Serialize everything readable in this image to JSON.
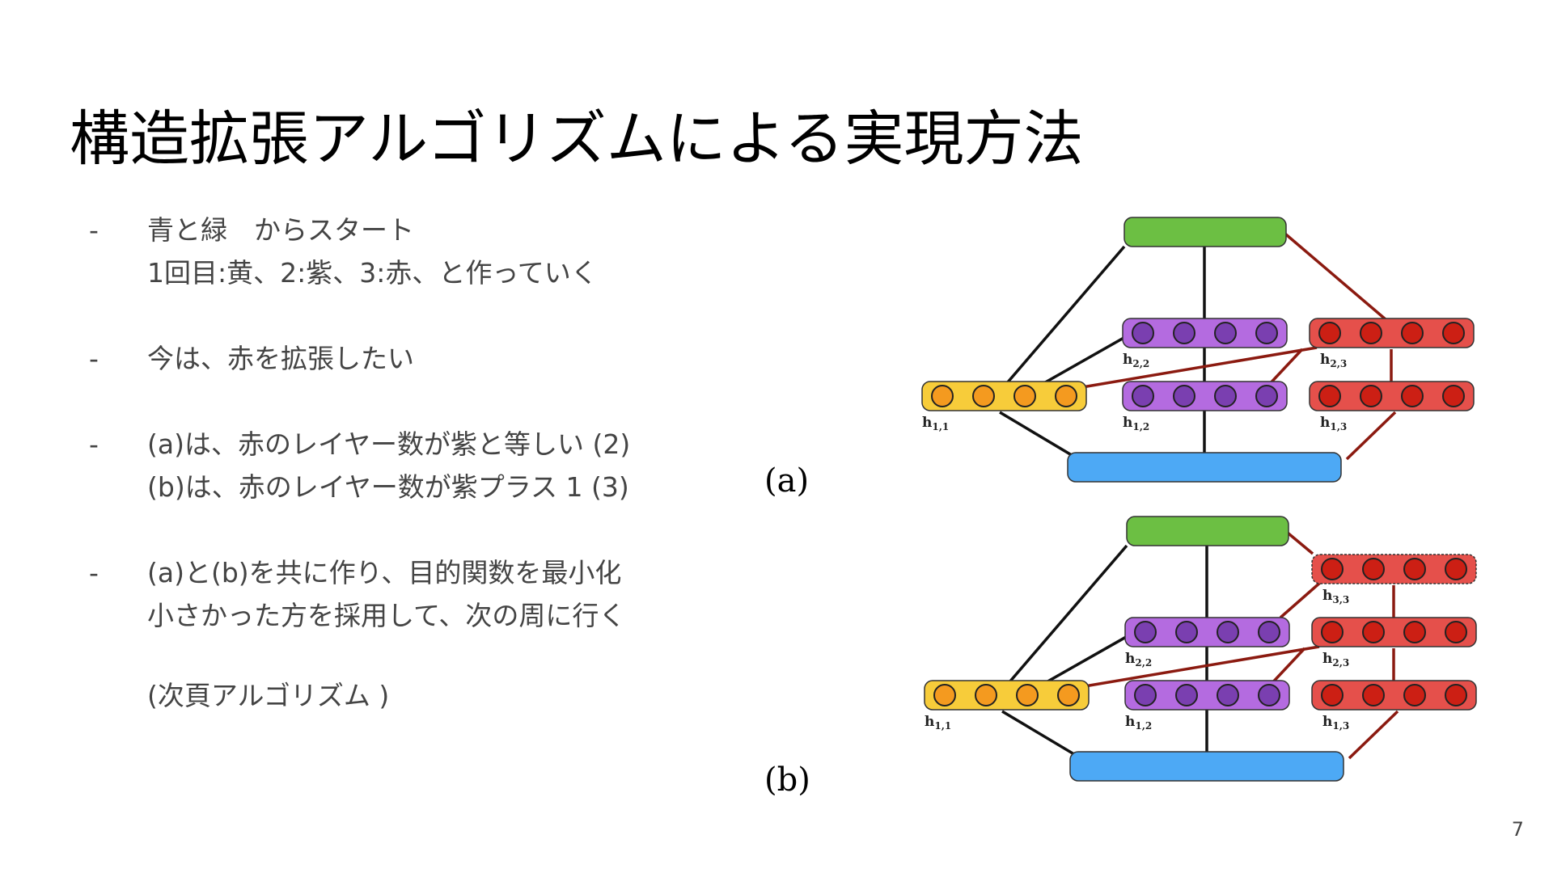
{
  "slide": {
    "title": "構造拡張アルゴリズムによる実現方法",
    "page_number": "7",
    "bullets": [
      {
        "dash": "-",
        "lines": [
          "青と緑　からスタート",
          "1回目:黄、2:紫、3:赤、と作っていく"
        ]
      },
      {
        "dash": "-",
        "lines": [
          "今は、赤を拡張したい"
        ]
      },
      {
        "dash": "-",
        "lines": [
          "(a)は、赤のレイヤー数が紫と等しい  (2)",
          "(b)は、赤のレイヤー数が紫プラス 1 (3)"
        ]
      },
      {
        "dash": "-",
        "lines": [
          "(a)と(b)を共に作り、目的関数を最小化",
          "小さかった方を採用して、次の周に行く"
        ]
      }
    ],
    "note": "(次頁アルゴリズム )"
  },
  "diagram": {
    "colors": {
      "green": "#6cbf43",
      "blue": "#4da9f5",
      "yellow": "#f7cc3a",
      "orange": "#f49a1f",
      "purple": "#b46be0",
      "purple_node": "#7a3fb0",
      "red": "#e5504b",
      "red_node": "#cc1f14",
      "red_edge": "#8b1a10",
      "black_edge": "#111111"
    },
    "panels": [
      {
        "label": "(a)",
        "layers": [
          {
            "name": "h",
            "sub": "1,1",
            "color": "yellow"
          },
          {
            "name": "h",
            "sub": "2,2",
            "color": "purple"
          },
          {
            "name": "h",
            "sub": "1,2",
            "color": "purple"
          },
          {
            "name": "h",
            "sub": "2,3",
            "color": "red"
          },
          {
            "name": "h",
            "sub": "1,3",
            "color": "red"
          }
        ]
      },
      {
        "label": "(b)",
        "layers": [
          {
            "name": "h",
            "sub": "1,1",
            "color": "yellow"
          },
          {
            "name": "h",
            "sub": "3,3",
            "color": "red"
          },
          {
            "name": "h",
            "sub": "2,2",
            "color": "purple"
          },
          {
            "name": "h",
            "sub": "2,3",
            "color": "red"
          },
          {
            "name": "h",
            "sub": "1,2",
            "color": "purple"
          },
          {
            "name": "h",
            "sub": "1,3",
            "color": "red"
          }
        ]
      }
    ]
  }
}
